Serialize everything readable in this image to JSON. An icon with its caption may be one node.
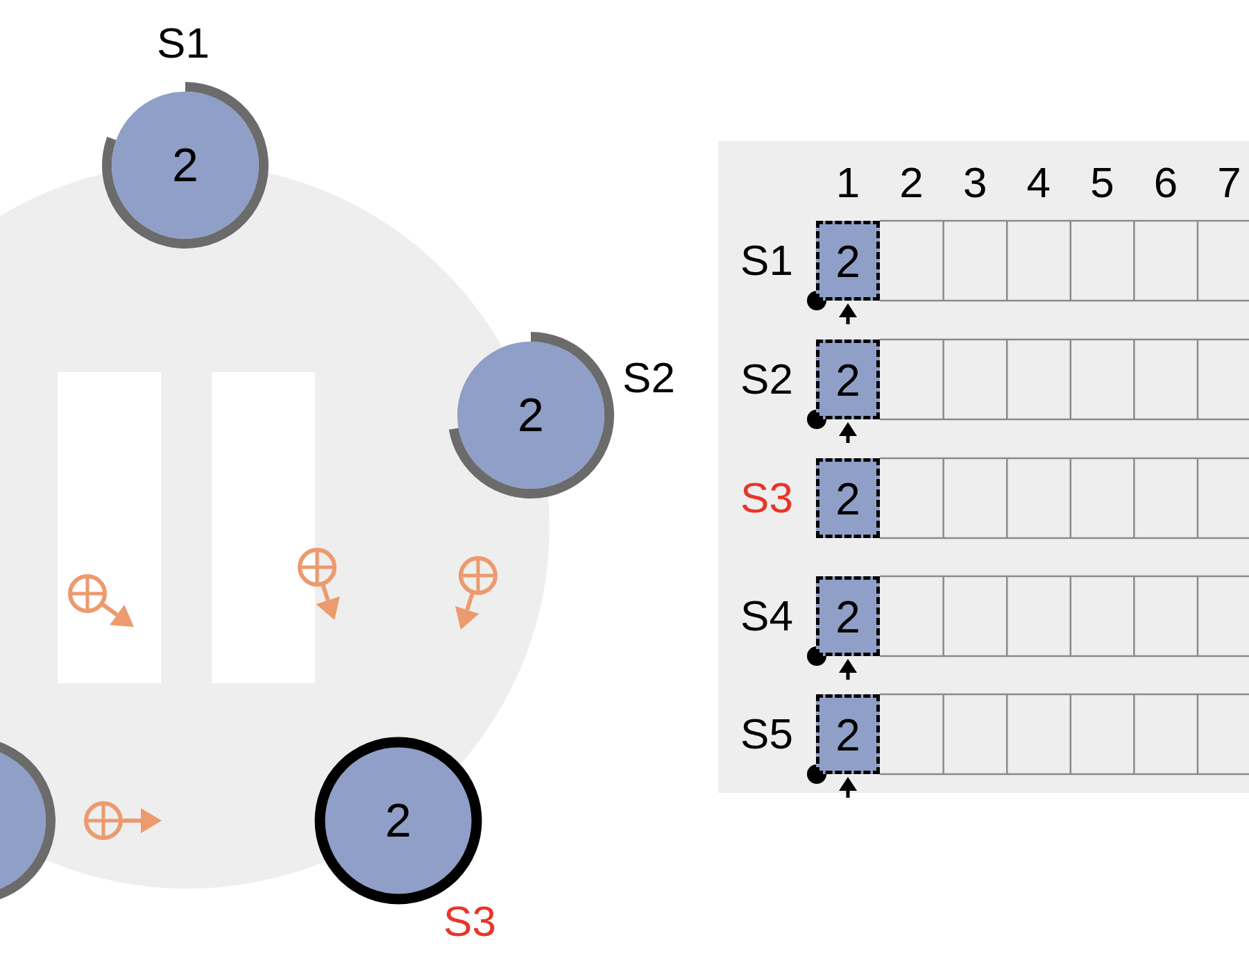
{
  "diagram": {
    "nodes": [
      {
        "text": [
          "2"
        ],
        "beside": [
          "S1"
        ]
      },
      {
        "text": [
          "2"
        ],
        "beside": [
          "S2"
        ]
      },
      {
        "text": [],
        "shape": "circle"
      },
      {
        "text": [
          "2"
        ],
        "beside": [
          "S3"
        ]
      },
      {
        "text": [
          "2"
        ],
        "beside": [
          "S1"
        ]
      },
      {
        "text": [
          "2"
        ],
        "beside": [
          "S2"
        ]
      },
      {
        "text": [
          "2"
        ],
        "beside": [
          "S3"
        ]
      },
      {
        "text": [
          "2"
        ],
        "beside": [
          "S4"
        ]
      },
      {
        "text": [
          "2"
        ],
        "beside": [
          "S5"
        ]
      },
      {
        "text": [],
        "shape": "box"
      },
      {
        "text": [],
        "shape": "box"
      }
    ],
    "labels": [
      "1",
      "2",
      "3",
      "4",
      "5",
      "6",
      "7"
    ]
  }
}
